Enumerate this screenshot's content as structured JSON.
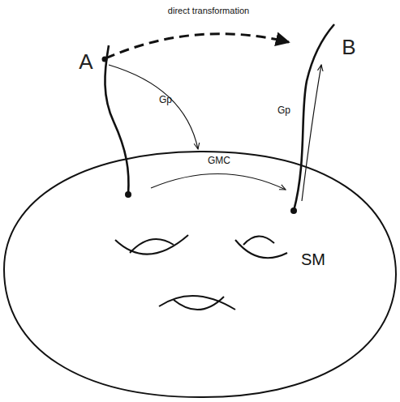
{
  "diagram": {
    "nodes": [
      {
        "text": [
          "SM"
        ]
      }
    ],
    "labels": [
      "direct transformation",
      "A",
      "B",
      "Gp",
      "Gp",
      "GMC"
    ]
  }
}
